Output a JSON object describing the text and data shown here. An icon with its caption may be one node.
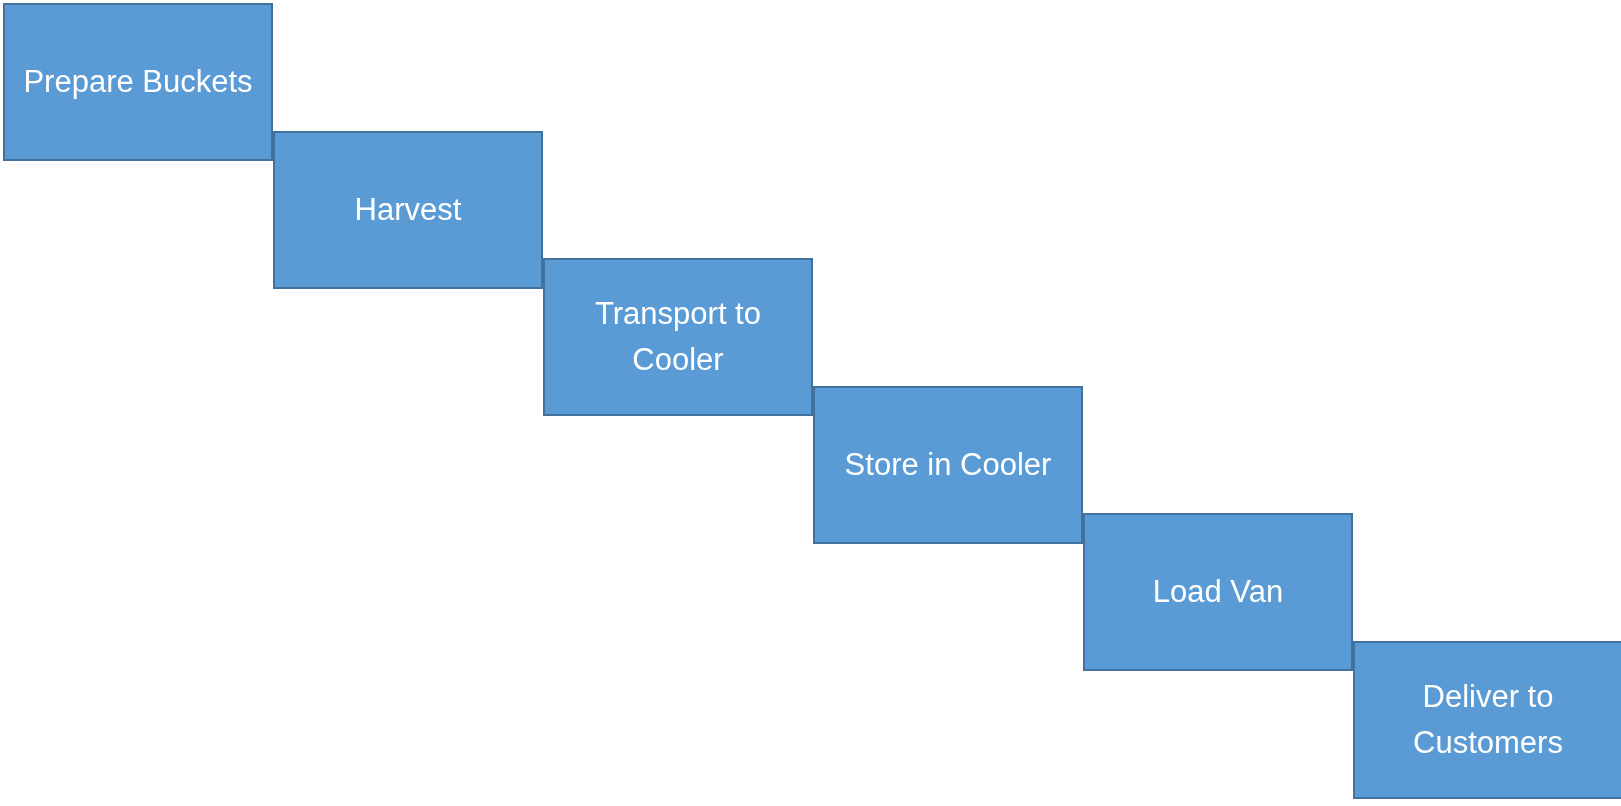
{
  "diagram": {
    "nodes": [
      {
        "text": [
          "Prepare Buckets"
        ]
      },
      {
        "text": [
          "Harvest"
        ]
      },
      {
        "text": [
          "Transport to Cooler"
        ]
      },
      {
        "text": [
          "Store in Cooler"
        ]
      },
      {
        "text": [
          "Load Van"
        ]
      },
      {
        "text": [
          "Deliver to Customers"
        ]
      }
    ]
  }
}
